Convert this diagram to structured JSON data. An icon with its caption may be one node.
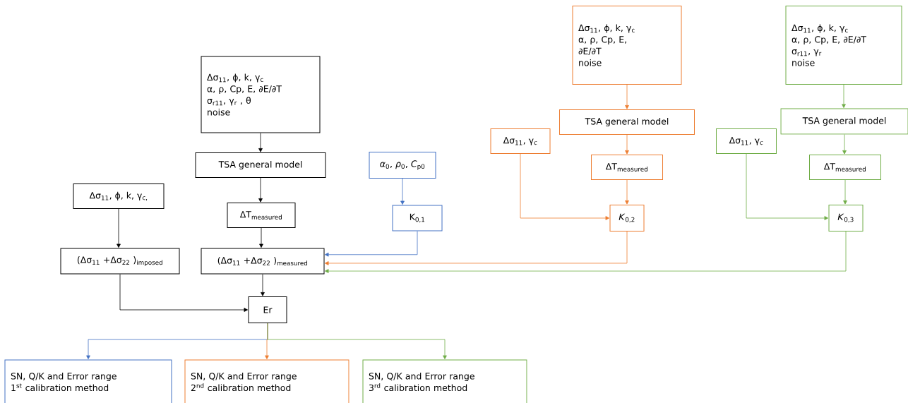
{
  "diagram": {
    "nodes": [
      {
        "text": [
          "Δσ$_{11}$, ϕ, k, γ$_{c}$",
          "α, ρ, Cp, E, ∂E/∂T",
          "σ$_{r11}$, γ$_{r}$ , θ",
          "noise"
        ]
      },
      {
        "text": [
          "TSA general model"
        ]
      },
      {
        "text": [
          "ΔT$_{measured}$"
        ]
      },
      {
        "text": [
          "Δσ$_{11}$, ϕ, k, γ$_{c,}$"
        ]
      },
      {
        "text": [
          "(Δσ$_{11}$ +Δσ$_{22}$ )$_{imposed}$"
        ]
      },
      {
        "text": [
          "(Δσ$_{11}$ +Δσ$_{22}$ )$_{measured}$"
        ]
      },
      {
        "text": [
          "Er"
        ]
      },
      {
        "text": [
          "*α*$_{0}$, *ρ*$_{0}$, *C*$_{p0}$"
        ]
      },
      {
        "text": [
          "K$_{0,1}$"
        ]
      },
      {
        "text": [
          "Δσ$_{11}$, ϕ, k, γ$_{c}$",
          "α, ρ, Cp, E,",
          "∂E/∂T",
          "noise"
        ]
      },
      {
        "text": [
          "TSA general model"
        ]
      },
      {
        "text": [
          "Δσ$_{11}$, γ$_{c}$"
        ]
      },
      {
        "text": [
          "ΔT$_{measured}$"
        ]
      },
      {
        "text": [
          "*K*$_{0,2}$"
        ]
      },
      {
        "text": [
          "Δσ$_{11}$, ϕ, k, γ$_{c}$",
          "α, ρ, Cp, E, ∂E/∂T",
          "σ$_{r11}$, γ$_{r}$",
          "noise"
        ]
      },
      {
        "text": [
          "TSA general model"
        ]
      },
      {
        "text": [
          "Δσ$_{11}$, γ$_{c}$"
        ]
      },
      {
        "text": [
          "ΔT$_{measured}$"
        ]
      },
      {
        "text": [
          "*K*$_{0,3}$"
        ]
      },
      {
        "text": [
          "SN, Q/K and Error range",
          "1$^{st}$ calibration method"
        ]
      },
      {
        "text": [
          "SN, Q/K and Error range",
          "2$^{nd}$ calibration method"
        ]
      },
      {
        "text": [
          "SN, Q/K and Error range",
          "3$^{rd}$ calibration method"
        ]
      }
    ],
    "edges": [
      {
        "from": 0,
        "to": 1,
        "arrow": "to"
      },
      {
        "from": 1,
        "to": 2,
        "arrow": "to"
      },
      {
        "from": 2,
        "to": 5,
        "arrow": "to"
      },
      {
        "from": 3,
        "to": 4,
        "arrow": "to"
      },
      {
        "from": 4,
        "to": 6,
        "arrow": "to"
      },
      {
        "from": 5,
        "to": 6,
        "arrow": "to"
      },
      {
        "from": 7,
        "to": 8,
        "arrow": "to",
        "color": "#4472c4"
      },
      {
        "from": 8,
        "to": 5,
        "arrow": "to",
        "color": "#4472c4"
      },
      {
        "from": 9,
        "to": 10,
        "arrow": "to",
        "color": "#ed7d31"
      },
      {
        "from": 10,
        "to": 12,
        "arrow": "to",
        "color": "#ed7d31"
      },
      {
        "from": 12,
        "to": 13,
        "arrow": "to",
        "color": "#ed7d31"
      },
      {
        "from": 11,
        "to": 13,
        "arrow": "to",
        "color": "#ed7d31"
      },
      {
        "from": 13,
        "to": 5,
        "arrow": "to",
        "color": "#ed7d31"
      },
      {
        "from": 14,
        "to": 15,
        "arrow": "to",
        "color": "#70ad47"
      },
      {
        "from": 15,
        "to": 17,
        "arrow": "to",
        "color": "#70ad47"
      },
      {
        "from": 17,
        "to": 18,
        "arrow": "to",
        "color": "#70ad47"
      },
      {
        "from": 16,
        "to": 18,
        "arrow": "to",
        "color": "#70ad47"
      },
      {
        "from": 18,
        "to": 5,
        "arrow": "to",
        "color": "#70ad47"
      },
      {
        "from": 6,
        "to": 19,
        "arrow": "to",
        "color": "#4472c4"
      },
      {
        "from": 6,
        "to": 20,
        "arrow": "to",
        "color": "#ed7d31"
      },
      {
        "from": 6,
        "to": 21,
        "arrow": "to",
        "color": "#70ad47"
      }
    ]
  }
}
